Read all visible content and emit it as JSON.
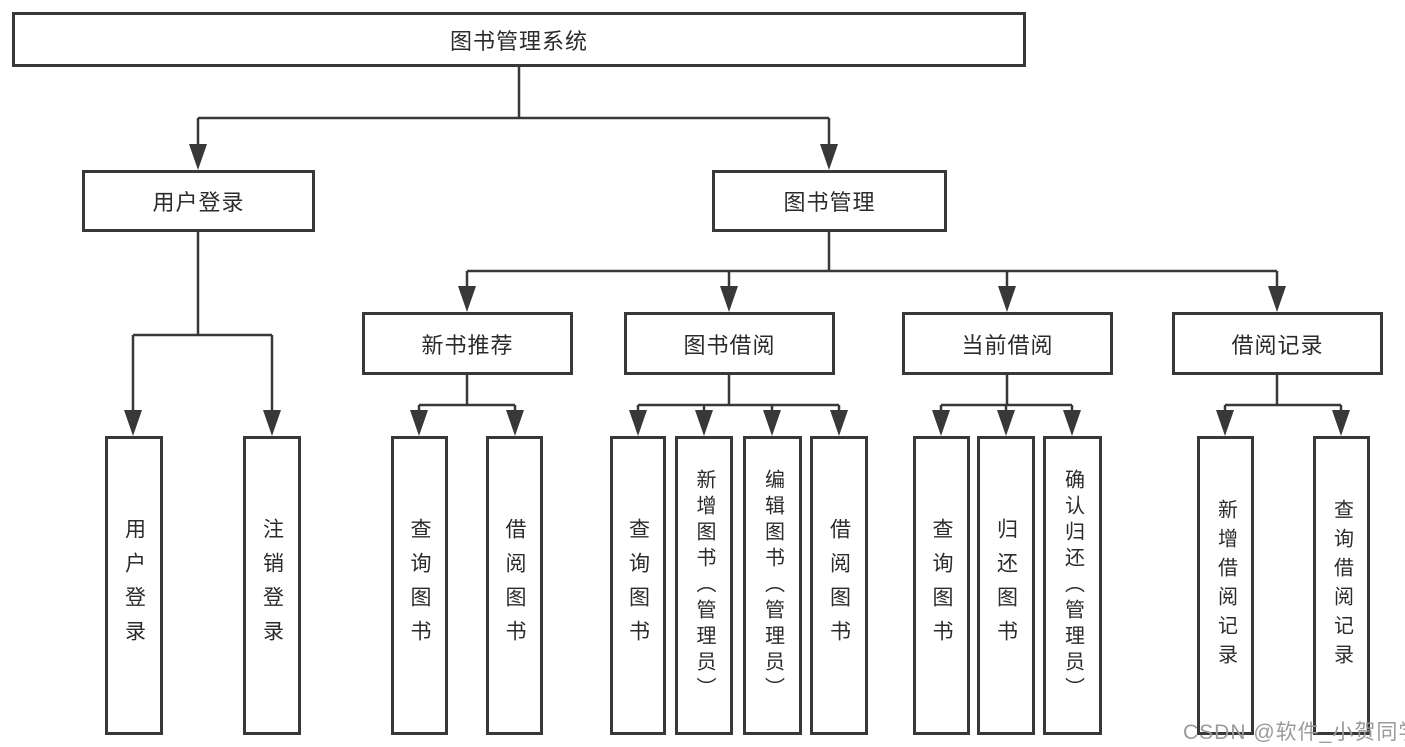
{
  "watermark": {
    "text": "CSDN @软件_小贺同学",
    "color": "#9b9b9b"
  },
  "colors": {
    "background": "#ffffff",
    "line": "#383838",
    "box_border": "#383838",
    "text": "#2b2b2b"
  },
  "tree": {
    "root": {
      "label": "图书管理系统"
    },
    "level2": [
      {
        "label": "用户登录",
        "children": [
          "用户登录",
          "注销登录"
        ]
      },
      {
        "label": "图书管理",
        "children": [
          {
            "label": "新书推荐",
            "children": [
              "查询图书",
              "借阅图书"
            ]
          },
          {
            "label": "图书借阅",
            "children": [
              "查询图书",
              "新增图书（管理员）",
              "编辑图书（管理员）",
              "借阅图书"
            ]
          },
          {
            "label": "当前借阅",
            "children": [
              "查询图书",
              "归还图书",
              "确认归还（管理员）"
            ]
          },
          {
            "label": "借阅记录",
            "children": [
              "新增借阅记录",
              "查询借阅记录"
            ]
          }
        ]
      }
    ]
  }
}
